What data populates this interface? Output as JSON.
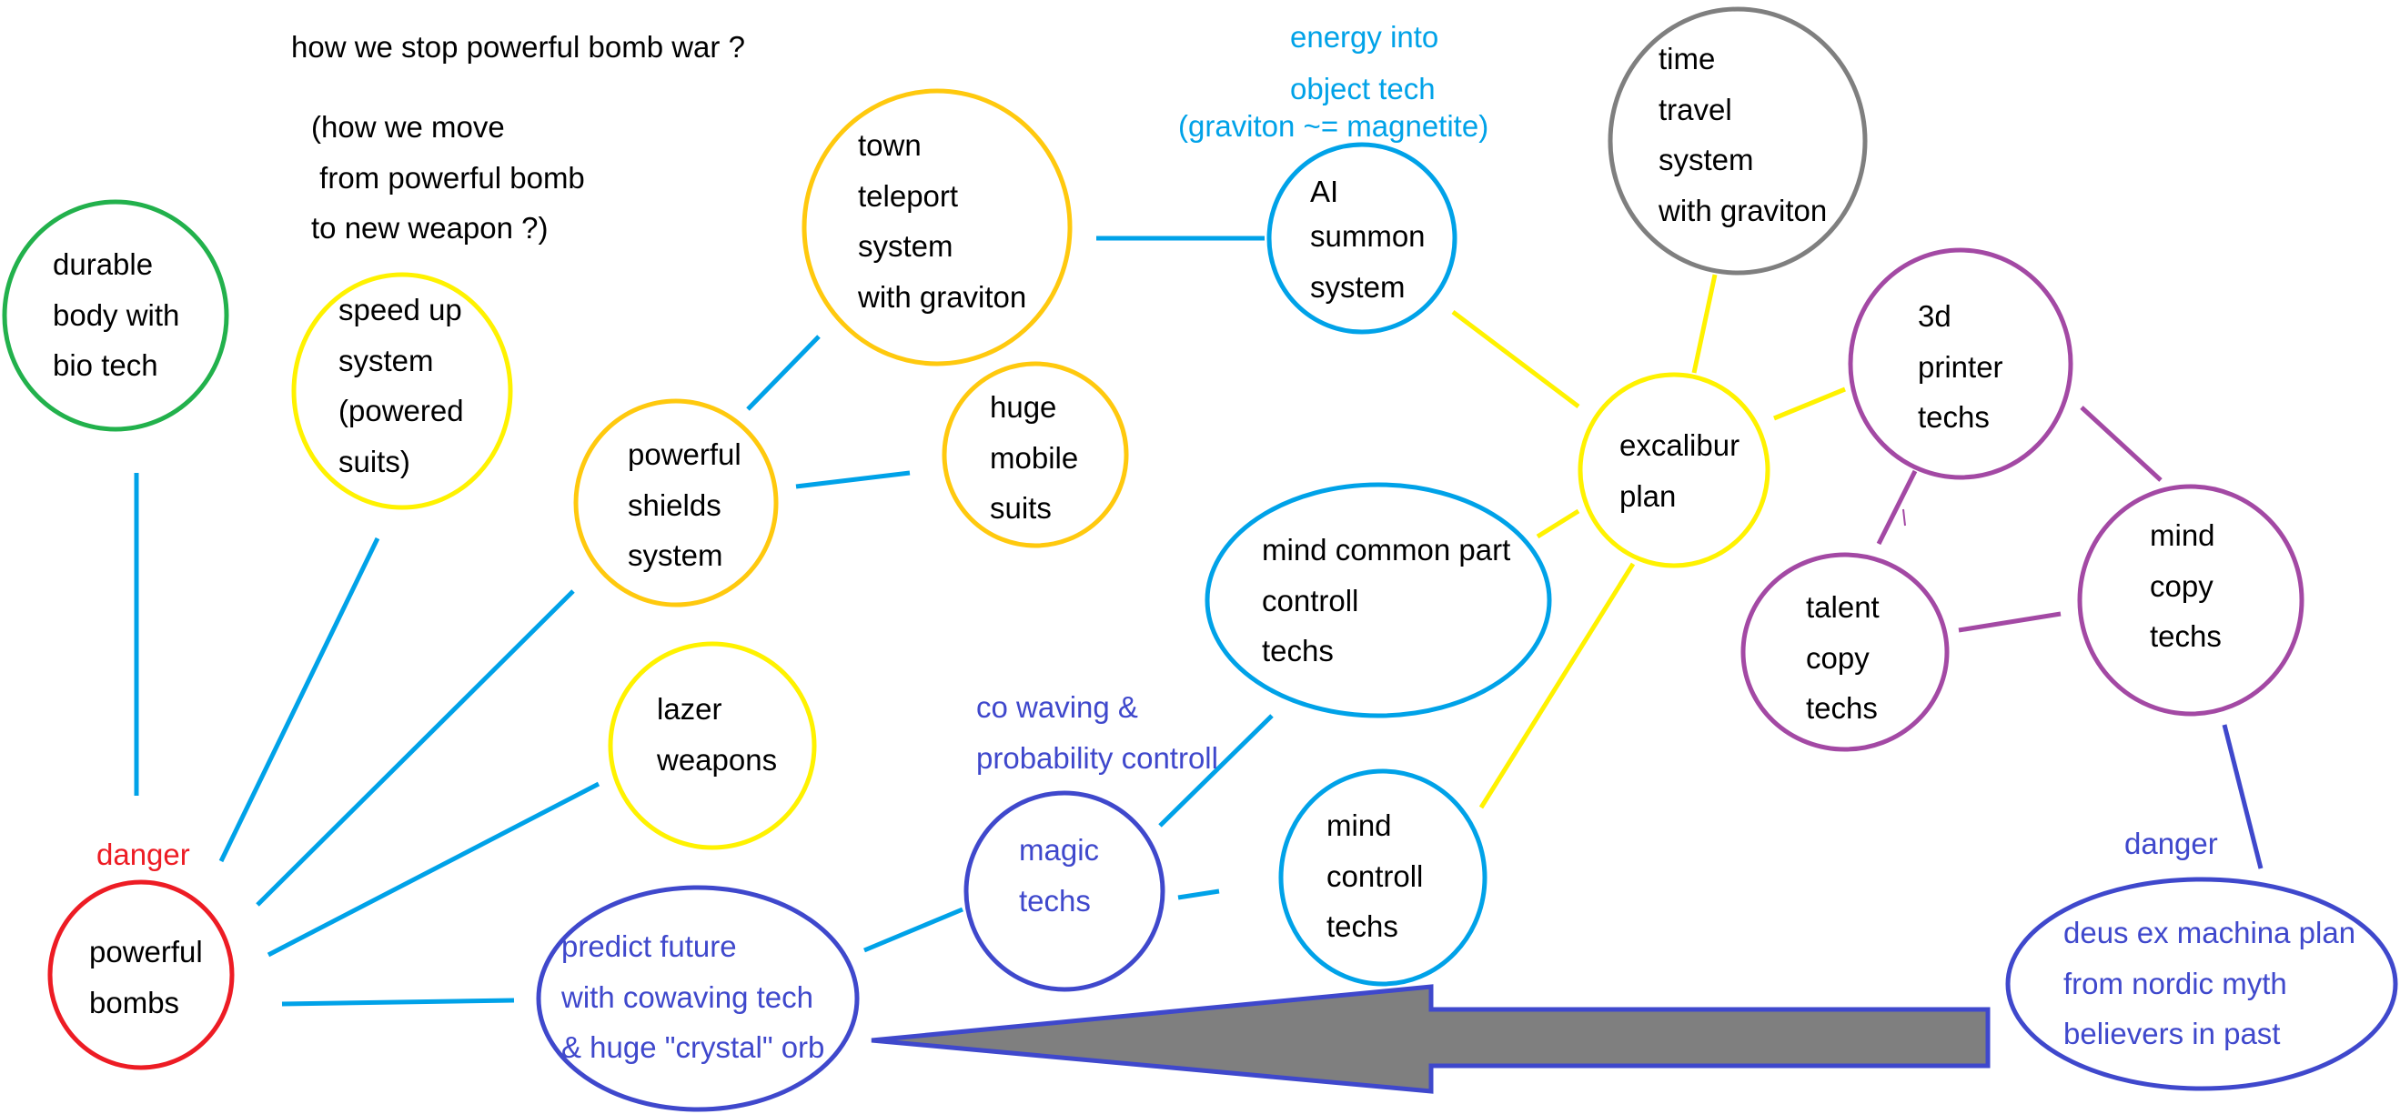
{
  "header": {
    "question": "how we stop powerful bomb war ?",
    "sub_lines": [
      "(how we move",
      " from powerful bomb",
      "to new weapon ?)"
    ]
  },
  "nodes": {
    "durable_body": {
      "lines": [
        "durable",
        "body with",
        "bio tech"
      ],
      "color": "#22b14c"
    },
    "speed_up": {
      "lines": [
        "speed up",
        "system",
        "(powered",
        "suits)"
      ],
      "color": "#fff200"
    },
    "powerful_shields": {
      "lines": [
        "powerful",
        "shields",
        "system"
      ],
      "color": "#ffc90e"
    },
    "town_teleport": {
      "lines": [
        "town",
        "teleport",
        "system",
        "with graviton"
      ],
      "color": "#ffc90e"
    },
    "huge_mobile_suits": {
      "lines": [
        "huge",
        "mobile",
        "suits"
      ],
      "color": "#ffc90e"
    },
    "lazer_weapons": {
      "lines": [
        "lazer",
        "weapons"
      ],
      "color": "#fff200"
    },
    "powerful_bombs": {
      "lines": [
        "powerful",
        "bombs"
      ],
      "color": "#ed1c24"
    },
    "predict_future": {
      "lines": [
        "predict future",
        "with cowaving tech",
        "& huge \"crystal\" orb"
      ],
      "color": "#3f48cc"
    },
    "magic_techs": {
      "lines": [
        "magic",
        "techs"
      ],
      "color": "#3f48cc"
    },
    "mind_controll": {
      "lines": [
        "mind",
        "controll",
        "techs"
      ],
      "color": "#00a2e8"
    },
    "mind_common_part": {
      "lines": [
        "mind common part",
        "controll",
        "techs"
      ],
      "color": "#00a2e8"
    },
    "ai_summon": {
      "lines": [
        "AI",
        "summon",
        "system"
      ],
      "color": "#00a2e8"
    },
    "time_travel": {
      "lines": [
        "time",
        "travel",
        "system",
        "with graviton"
      ],
      "color": "#7f7f7f"
    },
    "excalibur_plan": {
      "lines": [
        "excalibur",
        "plan"
      ],
      "color": "#fff200"
    },
    "printer_techs": {
      "lines": [
        "3d",
        "printer",
        "techs"
      ],
      "color": "#a349a4"
    },
    "talent_copy": {
      "lines": [
        "talent",
        "copy",
        "techs"
      ],
      "color": "#a349a4"
    },
    "mind_copy": {
      "lines": [
        "mind",
        "copy",
        "techs"
      ],
      "color": "#a349a4"
    },
    "deus_ex_machina": {
      "lines": [
        "deus ex machina plan",
        "from nordic myth",
        "believers in past"
      ],
      "color": "#3f48cc"
    }
  },
  "annotations": {
    "energy": [
      "energy into",
      "object tech",
      "(graviton ~= magnetite)"
    ],
    "co_waving": [
      "co waving &",
      "probability controll"
    ],
    "danger_left": "danger",
    "danger_right": "danger"
  },
  "colors": {
    "edge_blue": "#00a2e8",
    "edge_yellow": "#fff200",
    "edge_purple": "#a349a4",
    "edge_indigo": "#3f48cc",
    "arrow_fill": "#7f7f7f",
    "arrow_stroke": "#3f48cc"
  }
}
